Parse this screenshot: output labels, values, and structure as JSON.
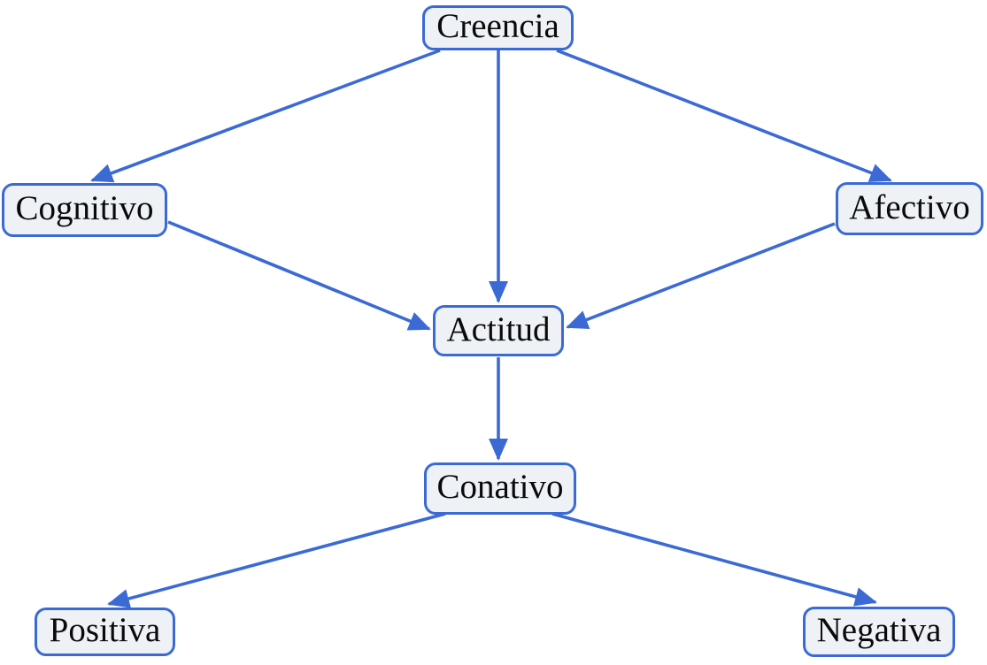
{
  "diagram": {
    "language": "es",
    "nodes": {
      "creencia": {
        "label": "Creencia"
      },
      "cognitivo": {
        "label": "Cognitivo"
      },
      "afectivo": {
        "label": "Afectivo"
      },
      "actitud": {
        "label": "Actitud"
      },
      "conativo": {
        "label": "Conativo"
      },
      "positiva": {
        "label": "Positiva"
      },
      "negativa": {
        "label": "Negativa"
      }
    },
    "edges": [
      {
        "from": "creencia",
        "to": "cognitivo"
      },
      {
        "from": "creencia",
        "to": "actitud"
      },
      {
        "from": "creencia",
        "to": "afectivo"
      },
      {
        "from": "cognitivo",
        "to": "actitud"
      },
      {
        "from": "afectivo",
        "to": "actitud"
      },
      {
        "from": "actitud",
        "to": "conativo"
      },
      {
        "from": "conativo",
        "to": "positiva"
      },
      {
        "from": "conativo",
        "to": "negativa"
      }
    ]
  },
  "colors": {
    "accent": "#3b6ad5",
    "box-fill": "#eef1f6",
    "text": "#0a0a0a",
    "bg": "#ffffff"
  }
}
